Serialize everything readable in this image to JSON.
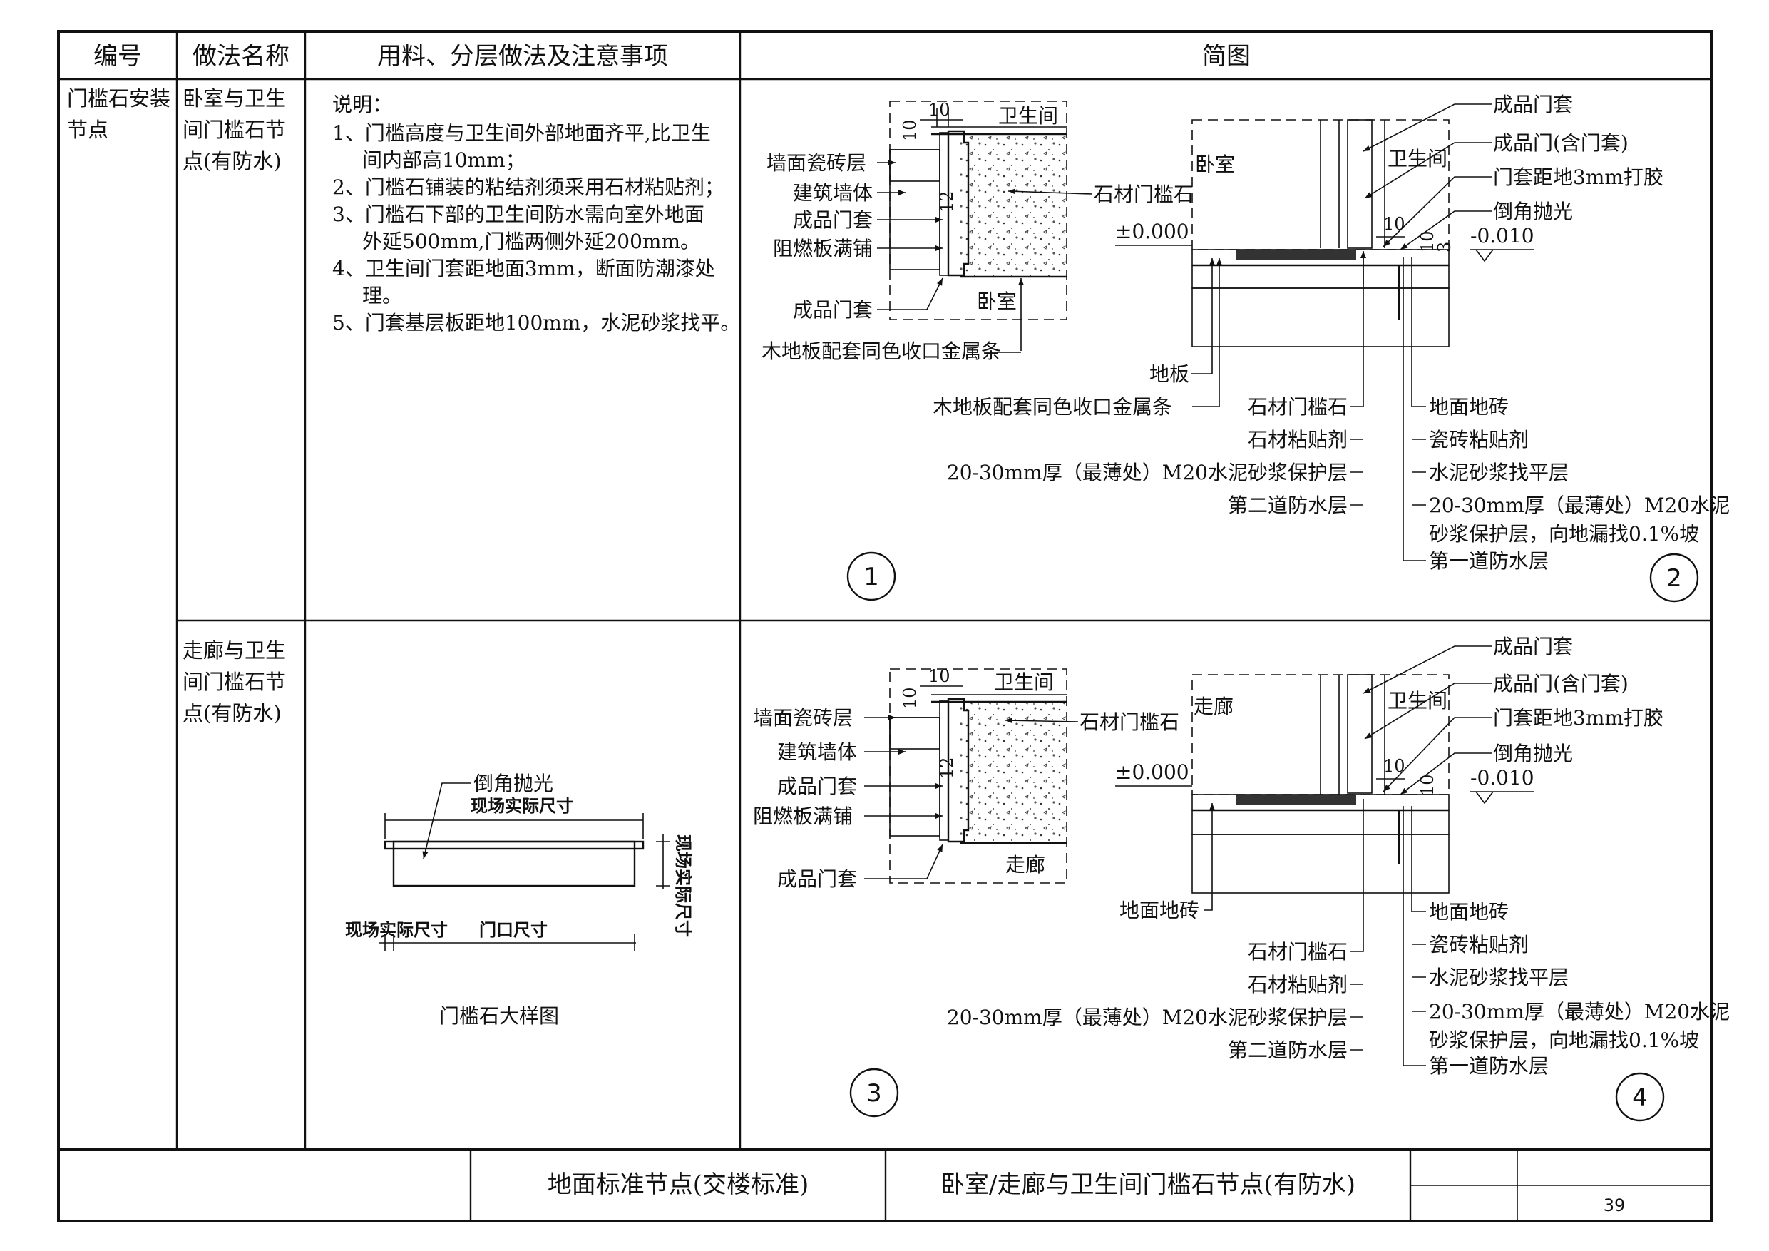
{
  "table": {
    "headers": {
      "code": "编号",
      "method": "做法名称",
      "materials": "用料、分层做法及注意事项",
      "diagram": "简图"
    },
    "code_cell": [
      "门槛石安装",
      "节点"
    ],
    "rows": [
      {
        "method_lines": [
          "卧室与卫生",
          "间门槛石节",
          "点(有防水)"
        ],
        "notes_title": "说明：",
        "notes": [
          "1、门槛高度与卫生间外部地面齐平,比卫生",
          "间内部高10mm；",
          "2、门槛石铺装的粘结剂须采用石材粘贴剂；",
          "3、门槛石下部的卫生间防水需向室外地面",
          "外延500mm,门槛两侧外延200mm。",
          "4、卫生间门套距地面3mm，断面防潮漆处",
          "理。",
          "5、门套基层板距地100mm，水泥砂浆找平。"
        ]
      },
      {
        "method_lines": [
          "走廊与卫生",
          "间门槛石节",
          "点(有防水)"
        ]
      }
    ]
  },
  "detail1": {
    "number": "1",
    "room_top": "卫生间",
    "room_bottom": "卧室",
    "dim_10a": "10",
    "dim_10b": "10",
    "dim_12": "12",
    "labels": [
      "墙面瓷砖层",
      "建筑墙体",
      "成品门套",
      "阻燃板满铺",
      "成品门套"
    ],
    "stone": "石材门槛石",
    "strip": "木地板配套同色收口金属条"
  },
  "detail2": {
    "number": "2",
    "room_left": "卧室",
    "room_right": "卫生间",
    "level_left": "±0.000",
    "level_right": "-0.010",
    "dim_10": "10",
    "dim_10b": "10",
    "dim_3": "3",
    "right_top": [
      "成品门套",
      "成品门(含门套)",
      "门套距地3mm打胶",
      "倒角抛光"
    ],
    "left_floor": [
      "地板",
      "木地板配套同色收口金属条"
    ],
    "center_layers": [
      "石材门槛石",
      "石材粘贴剂",
      "20-30mm厚（最薄处）M20水泥砂浆保护层",
      "第二道防水层"
    ],
    "right_layers": [
      "地面地砖",
      "瓷砖粘贴剂",
      "水泥砂浆找平层",
      "20-30mm厚（最薄处）M20水泥",
      "砂浆保护层，向地漏找0.1%坡",
      "第一道防水层"
    ]
  },
  "detail3": {
    "number": "3",
    "room_top": "卫生间",
    "room_bottom": "走廊",
    "dim_10a": "10",
    "dim_10b": "10",
    "dim_12": "12",
    "labels": [
      "墙面瓷砖层",
      "建筑墙体",
      "成品门套",
      "阻燃板满铺",
      "成品门套"
    ],
    "stone": "石材门槛石"
  },
  "detail4": {
    "number": "4",
    "room_left": "走廊",
    "room_right": "卫生间",
    "level_left": "±0.000",
    "level_right": "-0.010",
    "dim_10": "10",
    "dim_10b": "10",
    "right_top": [
      "成品门套",
      "成品门(含门套)",
      "门套距地3mm打胶",
      "倒角抛光"
    ],
    "left_floor": "地面地砖",
    "center_layers": [
      "石材门槛石",
      "石材粘贴剂",
      "20-30mm厚（最薄处）M20水泥砂浆保护层",
      "第二道防水层"
    ],
    "right_layers": [
      "地面地砖",
      "瓷砖粘贴剂",
      "水泥砂浆找平层",
      "20-30mm厚（最薄处）M20水泥",
      "砂浆保护层，向地漏找0.1%坡",
      "第一道防水层"
    ]
  },
  "stone_detail": {
    "chamfer": "倒角抛光",
    "top_dim": "现场实际尺寸",
    "side_dim": "现场实际尺寸",
    "bottom_left": "现场实际尺寸",
    "bottom_right": "门口尺寸",
    "caption": "门槛石大样图"
  },
  "title_block": {
    "category": "地面标准节点(交楼标准)",
    "title": "卧室/走廊与卫生间门槛石节点(有防水)",
    "page": "39"
  }
}
